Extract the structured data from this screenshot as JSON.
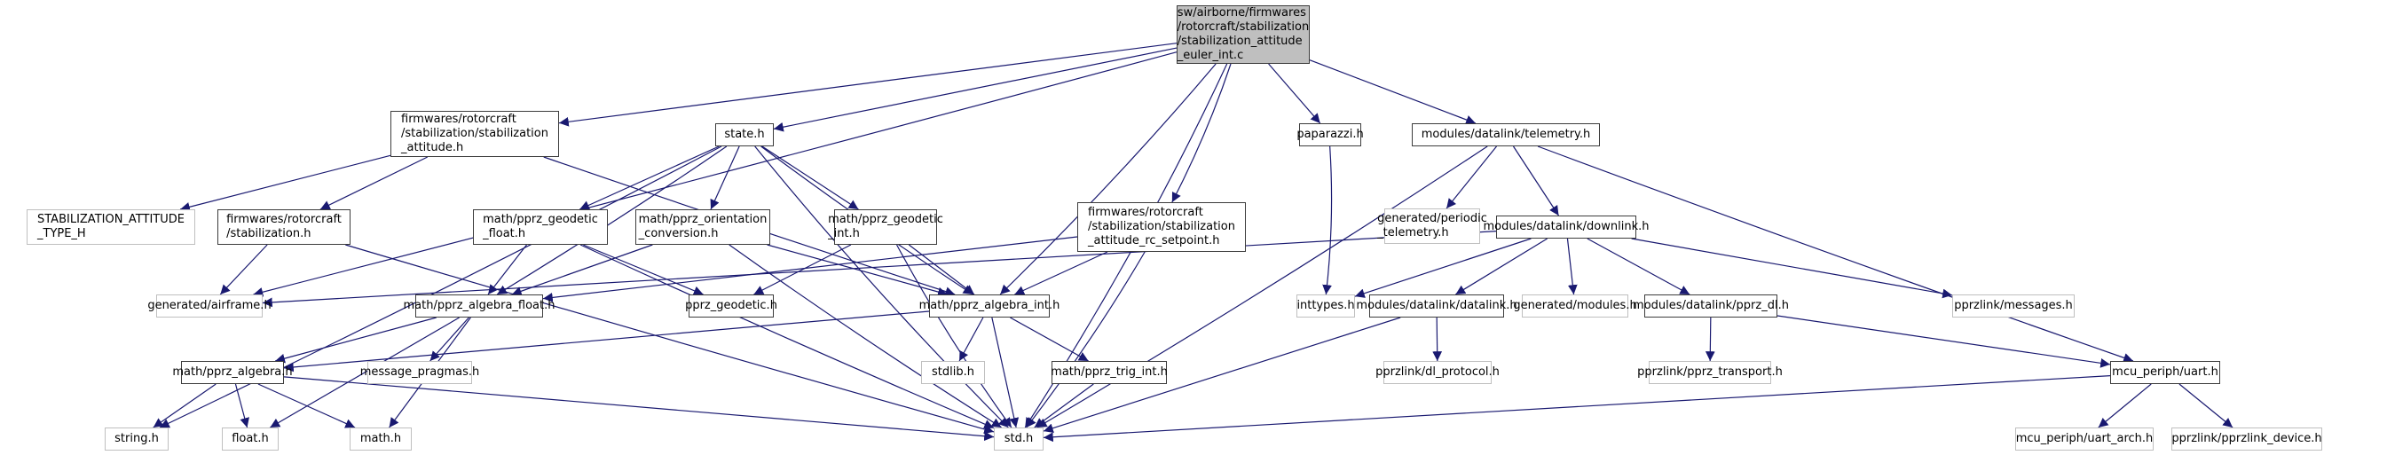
{
  "diagram": {
    "title": "Include dependency graph for stabilization_attitude_euler_int.c",
    "colors": {
      "edge": "#191970",
      "root_fill": "#bfbfbf",
      "doc_border": "#3c3c3c",
      "ext_border": "#bfbfbf"
    },
    "nodes": [
      {
        "id": "root",
        "label": "sw/airborne/firmwares\n/rotorcraft/stabilization\n/stabilization_attitude\n_euler_int.c",
        "kind": "root"
      },
      {
        "id": "stab_att",
        "label": "firmwares/rotorcraft\n/stabilization/stabilization\n_attitude.h",
        "kind": "doc"
      },
      {
        "id": "state",
        "label": "state.h",
        "kind": "doc"
      },
      {
        "id": "paparazzi",
        "label": "paparazzi.h",
        "kind": "doc"
      },
      {
        "id": "telemetry",
        "label": "modules/datalink/telemetry.h",
        "kind": "doc"
      },
      {
        "id": "stab_type",
        "label": "STABILIZATION_ATTITUDE\n_TYPE_H",
        "kind": "ext"
      },
      {
        "id": "stabilization",
        "label": "firmwares/rotorcraft\n/stabilization.h",
        "kind": "doc"
      },
      {
        "id": "geodetic_float",
        "label": "math/pprz_geodetic\n_float.h",
        "kind": "doc"
      },
      {
        "id": "orientation",
        "label": "math/pprz_orientation\n_conversion.h",
        "kind": "doc"
      },
      {
        "id": "geodetic_int",
        "label": "math/pprz_geodetic\n_int.h",
        "kind": "doc"
      },
      {
        "id": "rc_setpoint",
        "label": "firmwares/rotorcraft\n/stabilization/stabilization\n_attitude_rc_setpoint.h",
        "kind": "doc"
      },
      {
        "id": "periodic_tel",
        "label": "generated/periodic\n_telemetry.h",
        "kind": "ext"
      },
      {
        "id": "downlink",
        "label": "modules/datalink/downlink.h",
        "kind": "doc"
      },
      {
        "id": "airframe",
        "label": "generated/airframe.h",
        "kind": "ext"
      },
      {
        "id": "algebra_float",
        "label": "math/pprz_algebra_float.h",
        "kind": "doc"
      },
      {
        "id": "pprz_geodetic",
        "label": "pprz_geodetic.h",
        "kind": "doc"
      },
      {
        "id": "algebra_int",
        "label": "math/pprz_algebra_int.h",
        "kind": "doc"
      },
      {
        "id": "inttypes",
        "label": "inttypes.h",
        "kind": "ext"
      },
      {
        "id": "datalink",
        "label": "modules/datalink/datalink.h",
        "kind": "doc"
      },
      {
        "id": "gen_modules",
        "label": "generated/modules.h",
        "kind": "ext"
      },
      {
        "id": "pprz_dl",
        "label": "modules/datalink/pprz_dl.h",
        "kind": "doc"
      },
      {
        "id": "messages",
        "label": "pprzlink/messages.h",
        "kind": "ext"
      },
      {
        "id": "algebra",
        "label": "math/pprz_algebra.h",
        "kind": "doc"
      },
      {
        "id": "msg_pragmas",
        "label": "message_pragmas.h",
        "kind": "ext"
      },
      {
        "id": "stdlib",
        "label": "stdlib.h",
        "kind": "ext"
      },
      {
        "id": "trig_int",
        "label": "math/pprz_trig_int.h",
        "kind": "doc"
      },
      {
        "id": "dl_protocol",
        "label": "pprzlink/dl_protocol.h",
        "kind": "ext"
      },
      {
        "id": "pprz_transport",
        "label": "pprzlink/pprz_transport.h",
        "kind": "ext"
      },
      {
        "id": "uart",
        "label": "mcu_periph/uart.h",
        "kind": "doc"
      },
      {
        "id": "string",
        "label": "string.h",
        "kind": "ext"
      },
      {
        "id": "float",
        "label": "float.h",
        "kind": "ext"
      },
      {
        "id": "math",
        "label": "math.h",
        "kind": "ext"
      },
      {
        "id": "std",
        "label": "std.h",
        "kind": "ext"
      },
      {
        "id": "uart_arch",
        "label": "mcu_periph/uart_arch.h",
        "kind": "ext"
      },
      {
        "id": "pprzlink_device",
        "label": "pprzlink/pprzlink_device.h",
        "kind": "ext"
      }
    ],
    "edges": [
      [
        "root",
        "airframe"
      ],
      [
        "root",
        "stab_att"
      ],
      [
        "root",
        "state"
      ],
      [
        "root",
        "rc_setpoint"
      ],
      [
        "root",
        "algebra_int"
      ],
      [
        "root",
        "paparazzi"
      ],
      [
        "root",
        "telemetry"
      ],
      [
        "root",
        "std"
      ],
      [
        "stab_att",
        "stab_type"
      ],
      [
        "stab_att",
        "stabilization"
      ],
      [
        "stab_att",
        "algebra_int"
      ],
      [
        "stabilization",
        "airframe"
      ],
      [
        "stabilization",
        "std"
      ],
      [
        "state",
        "string"
      ],
      [
        "state",
        "algebra_float"
      ],
      [
        "state",
        "geodetic_float"
      ],
      [
        "state",
        "orientation"
      ],
      [
        "state",
        "std"
      ],
      [
        "state",
        "geodetic_int"
      ],
      [
        "state",
        "algebra_int"
      ],
      [
        "geodetic_float",
        "algebra_float"
      ],
      [
        "geodetic_float",
        "pprz_geodetic"
      ],
      [
        "geodetic_float",
        "std"
      ],
      [
        "orientation",
        "algebra_float"
      ],
      [
        "orientation",
        "std"
      ],
      [
        "orientation",
        "algebra_int"
      ],
      [
        "geodetic_int",
        "pprz_geodetic"
      ],
      [
        "geodetic_int",
        "std"
      ],
      [
        "geodetic_int",
        "algebra_int"
      ],
      [
        "rc_setpoint",
        "algebra_float"
      ],
      [
        "rc_setpoint",
        "algebra_int"
      ],
      [
        "rc_setpoint",
        "std"
      ],
      [
        "algebra_float",
        "algebra"
      ],
      [
        "algebra_float",
        "msg_pragmas"
      ],
      [
        "algebra_float",
        "float"
      ],
      [
        "algebra_float",
        "math"
      ],
      [
        "algebra_int",
        "algebra"
      ],
      [
        "algebra_int",
        "stdlib"
      ],
      [
        "algebra_int",
        "std"
      ],
      [
        "algebra_int",
        "trig_int"
      ],
      [
        "algebra",
        "string"
      ],
      [
        "algebra",
        "float"
      ],
      [
        "algebra",
        "math"
      ],
      [
        "algebra",
        "std"
      ],
      [
        "trig_int",
        "std"
      ],
      [
        "paparazzi",
        "inttypes"
      ],
      [
        "telemetry",
        "periodic_tel"
      ],
      [
        "telemetry",
        "downlink"
      ],
      [
        "telemetry",
        "std"
      ],
      [
        "telemetry",
        "uart"
      ],
      [
        "downlink",
        "airframe"
      ],
      [
        "downlink",
        "inttypes"
      ],
      [
        "downlink",
        "datalink"
      ],
      [
        "downlink",
        "gen_modules"
      ],
      [
        "downlink",
        "pprz_dl"
      ],
      [
        "downlink",
        "messages"
      ],
      [
        "datalink",
        "dl_protocol"
      ],
      [
        "datalink",
        "std"
      ],
      [
        "pprz_dl",
        "pprz_transport"
      ],
      [
        "pprz_dl",
        "uart"
      ],
      [
        "uart",
        "std"
      ],
      [
        "uart",
        "uart_arch"
      ],
      [
        "uart",
        "pprzlink_device"
      ]
    ]
  }
}
